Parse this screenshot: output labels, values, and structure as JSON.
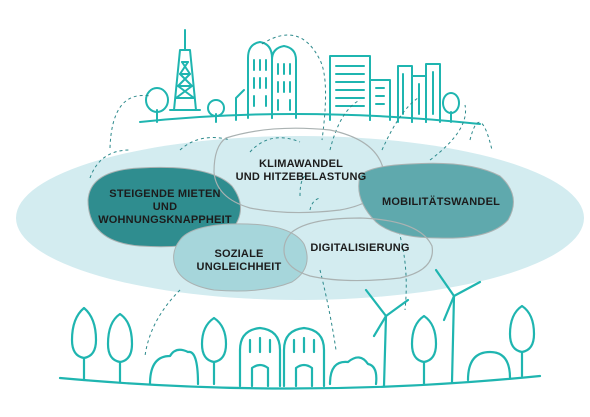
{
  "colors": {
    "teal": "#1fb5b0",
    "outline": "#aab2b2",
    "platform": "#d3ecf0",
    "dark_blob": "#2f8d8f",
    "mid_blob": "#5fa9ad",
    "light_blob": "#a6d6db"
  },
  "topics": {
    "climate": [
      "KLIMAWANDEL",
      "UND HITZEBELASTUNG"
    ],
    "rent": [
      "STEIGENDE MIETEN",
      "UND",
      "WOHNUNGSKNAPPHEIT"
    ],
    "mobility": [
      "MOBILITÄTSWANDEL"
    ],
    "social": [
      "SOZIALE",
      "UNGLEICHHEIT"
    ],
    "digital": [
      "DIGITALISIERUNG"
    ]
  },
  "icons": {
    "top": [
      "radio-tower-icon",
      "tree-icon",
      "twin-towers-icon",
      "office-building-icon",
      "tall-building-icon"
    ],
    "bottom": [
      "tree-icon",
      "arched-houses-icon",
      "wind-turbine-icon"
    ]
  }
}
